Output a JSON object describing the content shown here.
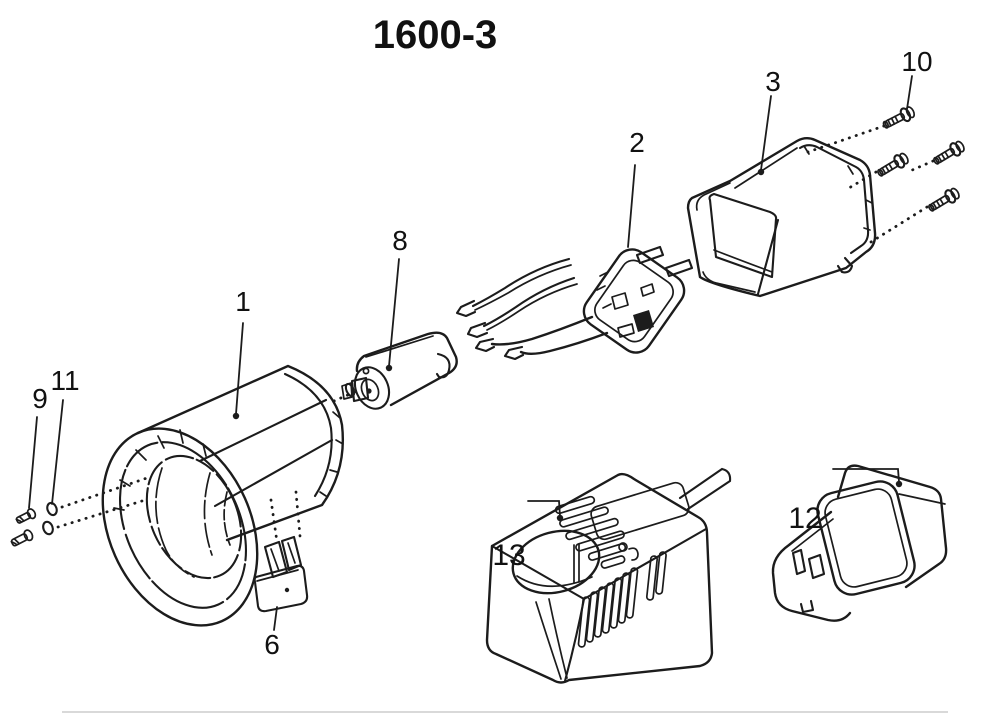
{
  "title": "1600-3",
  "callouts": {
    "part1": "1",
    "part2": "2",
    "part3": "3",
    "part6": "6",
    "part8": "8",
    "part9": "9",
    "part10": "10",
    "part11": "11",
    "part12": "12",
    "part13": "13"
  },
  "colors": {
    "ink": "#1c1c1c",
    "background": "#ffffff"
  }
}
